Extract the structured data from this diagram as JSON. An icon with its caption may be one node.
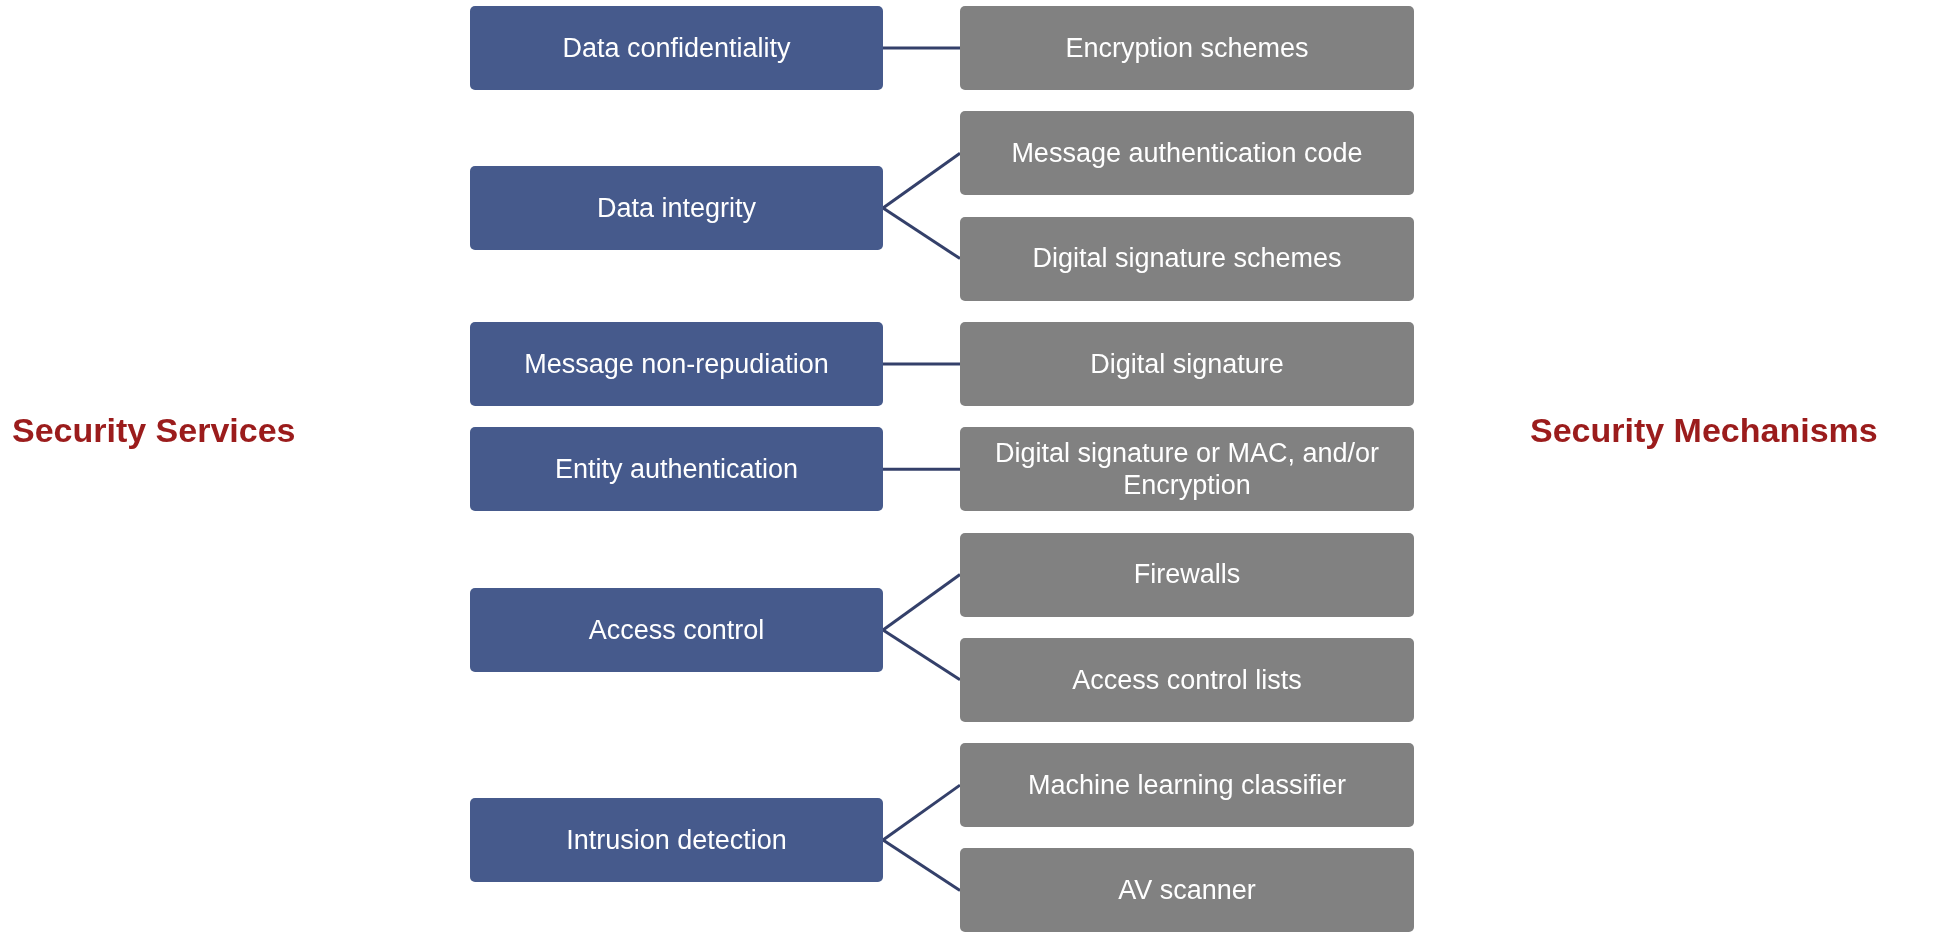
{
  "diagram": {
    "nodes": [
      {
        "text": [
          "Data confidentiality"
        ]
      },
      {
        "text": [
          "Encryption schemes"
        ]
      },
      {
        "text": [
          "Message authentication code"
        ]
      },
      {
        "text": [
          "Data integrity"
        ]
      },
      {
        "text": [
          "Digital signature schemes"
        ]
      },
      {
        "text": [
          "Message non-repudiation"
        ]
      },
      {
        "text": [
          "Digital signature"
        ]
      },
      {
        "text": [
          "Entity authentication"
        ]
      },
      {
        "text": [
          "Digital signature or MAC, and/or Encryption"
        ]
      },
      {
        "text": [
          "Firewalls"
        ]
      },
      {
        "text": [
          "Access control"
        ]
      },
      {
        "text": [
          "Access control lists"
        ]
      },
      {
        "text": [
          "Machine learning classifier"
        ]
      },
      {
        "text": [
          "Intrusion detection"
        ]
      },
      {
        "text": [
          "AV scanner"
        ]
      }
    ],
    "edges": [
      {
        "from": 0,
        "to": 1,
        "arrow": "none"
      },
      {
        "from": 3,
        "to": 2,
        "arrow": "none"
      },
      {
        "from": 3,
        "to": 4,
        "arrow": "none"
      },
      {
        "from": 5,
        "to": 6,
        "arrow": "none"
      },
      {
        "from": 7,
        "to": 8,
        "arrow": "none"
      },
      {
        "from": 10,
        "to": 9,
        "arrow": "none"
      },
      {
        "from": 10,
        "to": 11,
        "arrow": "none"
      },
      {
        "from": 13,
        "to": 12,
        "arrow": "none"
      },
      {
        "from": 13,
        "to": 14,
        "arrow": "none"
      }
    ],
    "labels": [
      "Security Services",
      "Security Mechanisms"
    ]
  }
}
